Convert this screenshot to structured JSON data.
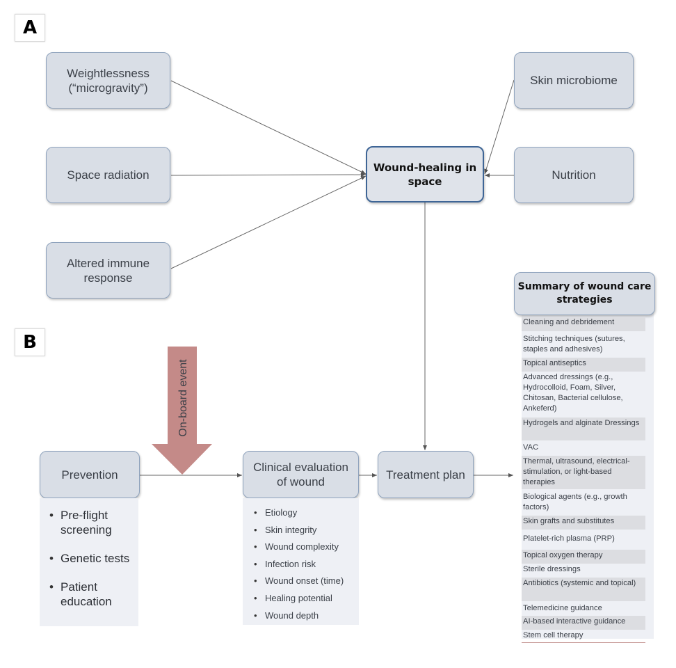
{
  "panel_a": {
    "label": "A",
    "nodes": {
      "weightlessness": "Weightlessness (“microgravity”)",
      "space_radiation": "Space radiation",
      "immune": "Altered immune response",
      "microbiome": "Skin microbiome",
      "nutrition": "Nutrition",
      "center": "Wound-healing in space"
    }
  },
  "panel_b": {
    "label": "B",
    "onboard_event": "On-board event",
    "prevention": {
      "title": "Prevention",
      "items": [
        "Pre-flight screening",
        "Genetic tests",
        "Patient education"
      ]
    },
    "clinical": {
      "title": "Clinical evaluation of wound",
      "items": [
        "Etiology",
        "Skin integrity",
        "Wound complexity",
        "Infection risk",
        "Wound onset (time)",
        "Healing potential",
        "Wound depth"
      ]
    },
    "treatment": "Treatment plan",
    "summary": {
      "title": "Summary of wound care strategies",
      "items": [
        "Cleaning and debridement",
        "Stitching techniques (sutures, staples and adhesives)",
        "Topical antiseptics",
        "Advanced dressings (e.g., Hydrocolloid, Foam, Silver, Chitosan, Bacterial cellulose, Ankeferd)",
        "Hydrogels and alginate Dressings",
        "VAC",
        "Thermal, ultrasound, electrical-stimulation, or light-based therapies",
        "Biological agents (e.g., growth factors)",
        "Skin grafts and substitutes",
        "Platelet-rich plasma (PRP)",
        "Topical oxygen therapy",
        "Sterile dressings",
        "Antibiotics (systemic and topical)",
        "Telemedicine guidance",
        "AI-based interactive guidance",
        "Stem cell therapy"
      ]
    }
  },
  "colors": {
    "node_fill": "#d9dee6",
    "node_border": "#8fa3bd",
    "center_border": "#3e6596",
    "arrow": "#c48a88",
    "list_bg": "#eef0f5",
    "stripe": "#dcdde1"
  }
}
